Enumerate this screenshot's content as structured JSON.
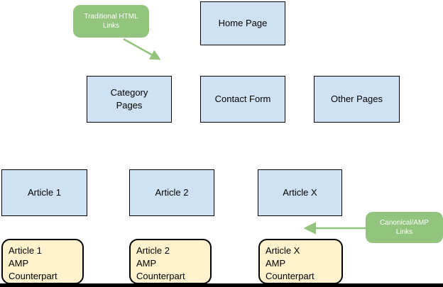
{
  "diagram": {
    "colors": {
      "background": "#ffffff",
      "page_fill": "#cfe2f3",
      "page_border": "#000000",
      "amp_fill": "#fff2cc",
      "amp_border": "#000000",
      "annotation_fill": "#93c47d",
      "annotation_text": "#ffffff",
      "arrow": "#93c47d",
      "node_text": "#000000",
      "bottom_bar": "#000000"
    },
    "nodes": [
      {
        "id": "home-page",
        "type": "page",
        "label": "Home Page"
      },
      {
        "id": "category-pages",
        "type": "page",
        "label": "Category\nPages"
      },
      {
        "id": "contact-form",
        "type": "page",
        "label": "Contact Form"
      },
      {
        "id": "other-pages",
        "type": "page",
        "label": "Other Pages"
      },
      {
        "id": "article-1",
        "type": "page",
        "label": "Article 1"
      },
      {
        "id": "article-2",
        "type": "page",
        "label": "Article 2"
      },
      {
        "id": "article-x",
        "type": "page",
        "label": "Article X"
      },
      {
        "id": "article-1-amp",
        "type": "amp",
        "label": "Article 1\nAMP\nCounterpart"
      },
      {
        "id": "article-2-amp",
        "type": "amp",
        "label": "Article 2\nAMP\nCounterpart"
      },
      {
        "id": "article-x-amp",
        "type": "amp",
        "label": "Article X\nAMP\nCounterpart"
      }
    ],
    "annotations": [
      {
        "id": "traditional-html-links",
        "label": "Traditional HTML\nLinks"
      },
      {
        "id": "canonical-amp-links",
        "label": "Canonical/AMP\nLinks"
      }
    ]
  }
}
